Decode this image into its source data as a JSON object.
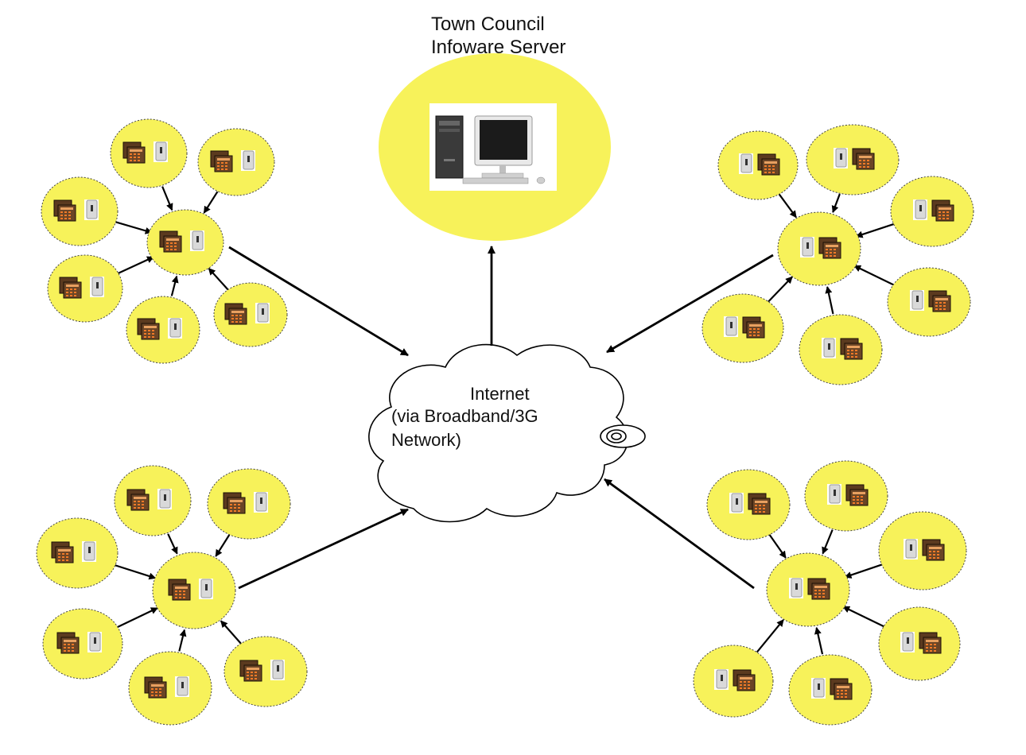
{
  "server": {
    "title_line1": "Town Council",
    "title_line2": "Infoware Server",
    "icon": "desktop-computer-icon",
    "fill_color": "#f7f25a"
  },
  "cloud": {
    "line1": "Internet",
    "line2": "(via Broadband/3G",
    "line3": "Network)",
    "icon": "cloud-icon"
  },
  "cluster": {
    "node_fill": "#f7f25a",
    "node_icons": [
      "phone-keypad-icon",
      "wall-reader-icon"
    ],
    "count": 4
  }
}
